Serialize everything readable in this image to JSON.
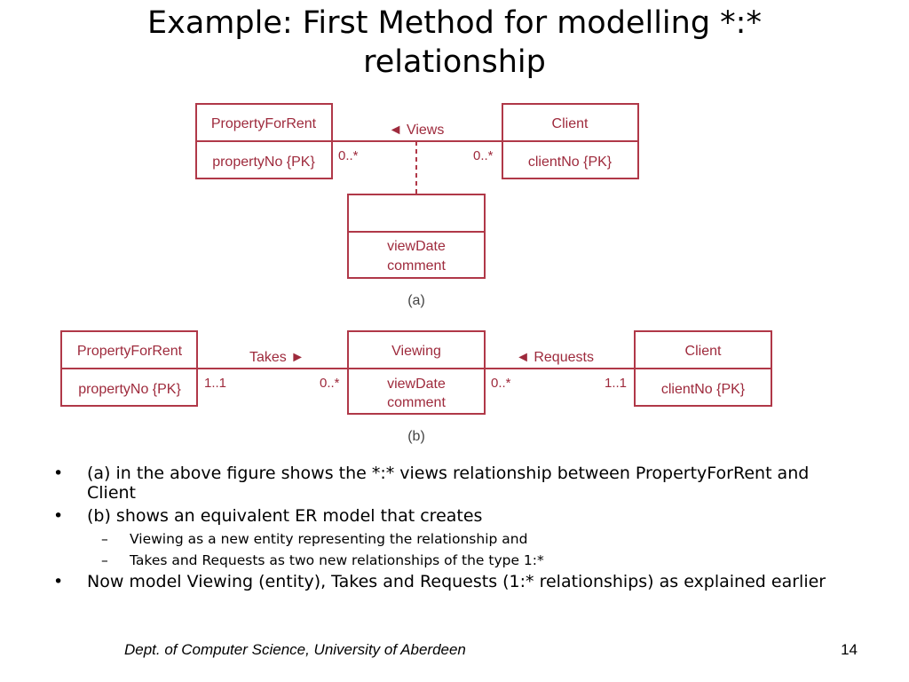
{
  "title": {
    "line1": "Example: First Method for modelling *:*",
    "line2": "relationship"
  },
  "figure_a": {
    "left_entity": {
      "name": "PropertyForRent",
      "attr": "propertyNo {PK}"
    },
    "right_entity": {
      "name": "Client",
      "attr": "clientNo {PK}"
    },
    "relationship": "◄ Views",
    "mult_left": "0..*",
    "mult_right": "0..*",
    "assoc_class": {
      "name": "",
      "attr1": "viewDate",
      "attr2": "comment"
    },
    "caption": "(a)"
  },
  "figure_b": {
    "left_entity": {
      "name": "PropertyForRent",
      "attr": "propertyNo {PK}"
    },
    "mid_entity": {
      "name": "Viewing",
      "attr1": "viewDate",
      "attr2": "comment"
    },
    "right_entity": {
      "name": "Client",
      "attr": "clientNo {PK}"
    },
    "rel_left": "Takes ►",
    "rel_right": "◄ Requests",
    "mult_1": "1..1",
    "mult_2": "0..*",
    "mult_3": "0..*",
    "mult_4": "1..1",
    "caption": "(b)"
  },
  "bullets": [
    {
      "marker": "•",
      "text": "(a) in the above figure shows the *:* views relationship between PropertyForRent and Client"
    },
    {
      "marker": "•",
      "text": "(b) shows an equivalent ER model that creates"
    },
    {
      "marker": "–",
      "text": "Viewing as a new entity representing the relationship and"
    },
    {
      "marker": "–",
      "text": "Takes and Requests as two new relationships of the type 1:*"
    },
    {
      "marker": "•",
      "text": "Now model Viewing (entity), Takes and Requests (1:* relationships) as explained earlier"
    }
  ],
  "footer": {
    "dept": "Dept. of Computer Science, University of Aberdeen",
    "page": "14"
  }
}
